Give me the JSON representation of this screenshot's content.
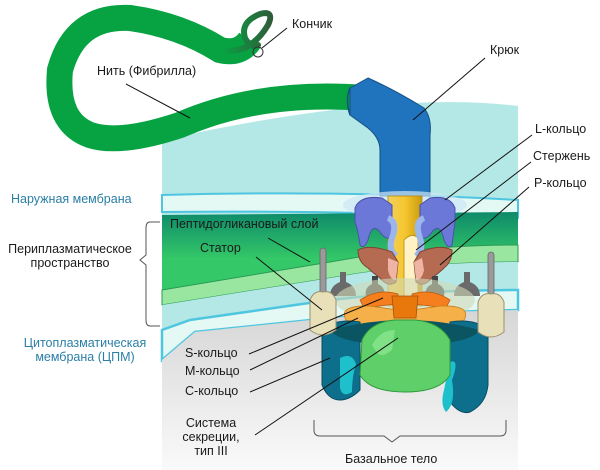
{
  "title": "Строение бактериального жгутика",
  "colors": {
    "filament": "#07a343",
    "hook": "#1f74bd",
    "outer_membrane": "#4fc6e0",
    "peptidoglycan": "#2fbd62",
    "cytoplasmic_membrane": "#4fc6e0",
    "periplasm": "#b3e8e6",
    "rod": "#f4c431",
    "l_ring": "#6c78d8",
    "p_ring": "#b56a52",
    "ms_ring": "#f59a2e",
    "c_ring": "#0d6f8c",
    "export_apparatus": "#5fcf6a",
    "stator": "#e8e0b8",
    "label_blue": "#2a7fa6"
  },
  "labels": {
    "tip": "Кончик",
    "filament": "Нить (Фибрилла)",
    "hook": "Крюк",
    "l_ring": "L-кольцо",
    "rod": "Стержень",
    "p_ring": "P-кольцо",
    "outer_membrane": "Наружная мембрана",
    "periplasmic_space_1": "Периплазматическое",
    "periplasmic_space_2": "пространство",
    "peptidoglycan": "Пептидогликановый слой",
    "stator": "Статор",
    "cytoplasmic_membrane_1": "Цитоплазматическая",
    "cytoplasmic_membrane_2": "мембрана (ЦПМ)",
    "s_ring": "S-кольцо",
    "m_ring": "M-кольцо",
    "c_ring": "C-кольцо",
    "secretion_1": "Система",
    "secretion_2": "секреции,",
    "secretion_3": "тип III",
    "basal_body": "Базальное тело"
  }
}
